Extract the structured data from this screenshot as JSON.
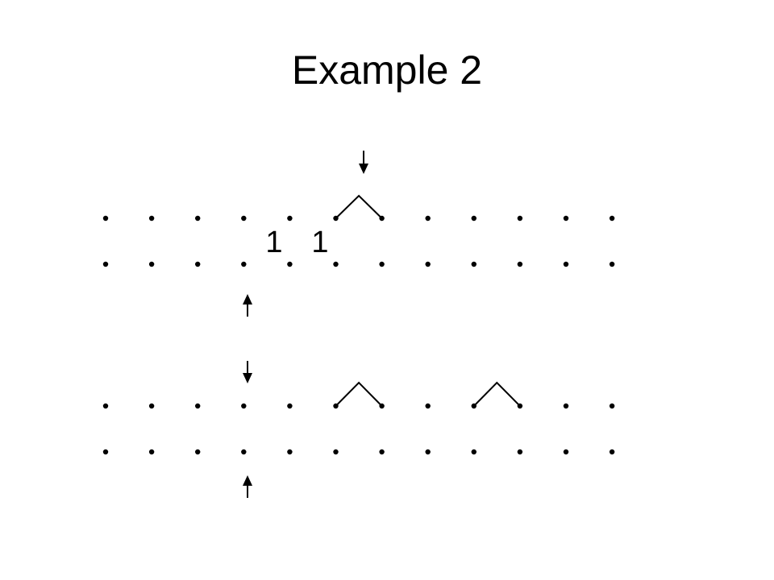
{
  "title": "Example 2",
  "diagram": {
    "columns": 12,
    "labels": [
      "1",
      "1"
    ]
  },
  "colors": {
    "ink": "#000000",
    "background": "#ffffff"
  }
}
